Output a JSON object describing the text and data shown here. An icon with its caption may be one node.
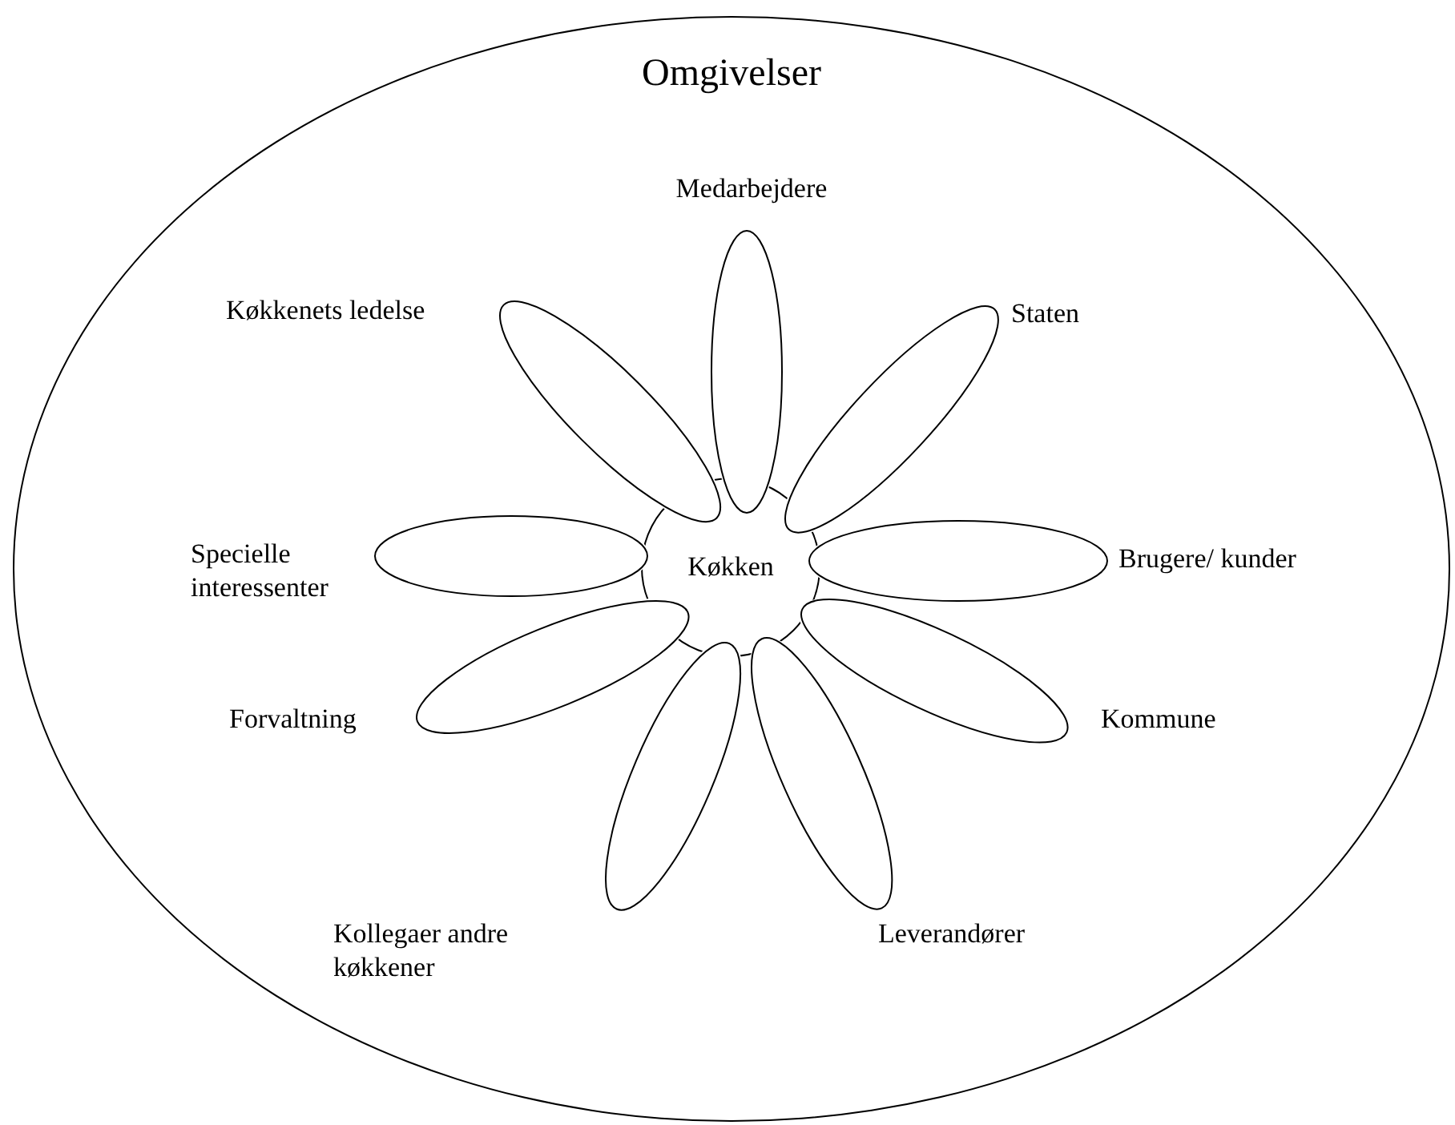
{
  "diagram": {
    "nodes": [
      {
        "text": [
          "Omgivelser"
        ]
      },
      {
        "text": [
          "Køkken"
        ],
        "in": 0
      },
      {
        "text": [],
        "shape": "ellipse",
        "in": 0,
        "beside": [
          "Medarbejdere"
        ]
      },
      {
        "text": [],
        "shape": "ellipse",
        "in": 0,
        "beside": [
          "Staten"
        ]
      },
      {
        "text": [],
        "shape": "ellipse",
        "in": 0,
        "beside": [
          "Brugere/ kunder"
        ]
      },
      {
        "text": [],
        "shape": "ellipse",
        "in": 0,
        "beside": [
          "Kommune"
        ]
      },
      {
        "text": [],
        "shape": "ellipse",
        "in": 0,
        "beside": [
          "Leverandører"
        ]
      },
      {
        "text": [],
        "shape": "ellipse",
        "in": 0,
        "beside": [
          "Kollegaer andre køkkener"
        ]
      },
      {
        "text": [],
        "shape": "ellipse",
        "in": 0,
        "beside": [
          "Forvaltning"
        ]
      },
      {
        "text": [],
        "shape": "ellipse",
        "in": 0,
        "beside": [
          "Specielle interessenter"
        ]
      },
      {
        "text": [],
        "shape": "ellipse",
        "in": 0,
        "beside": [
          "Køkkenets ledelse"
        ]
      }
    ]
  }
}
